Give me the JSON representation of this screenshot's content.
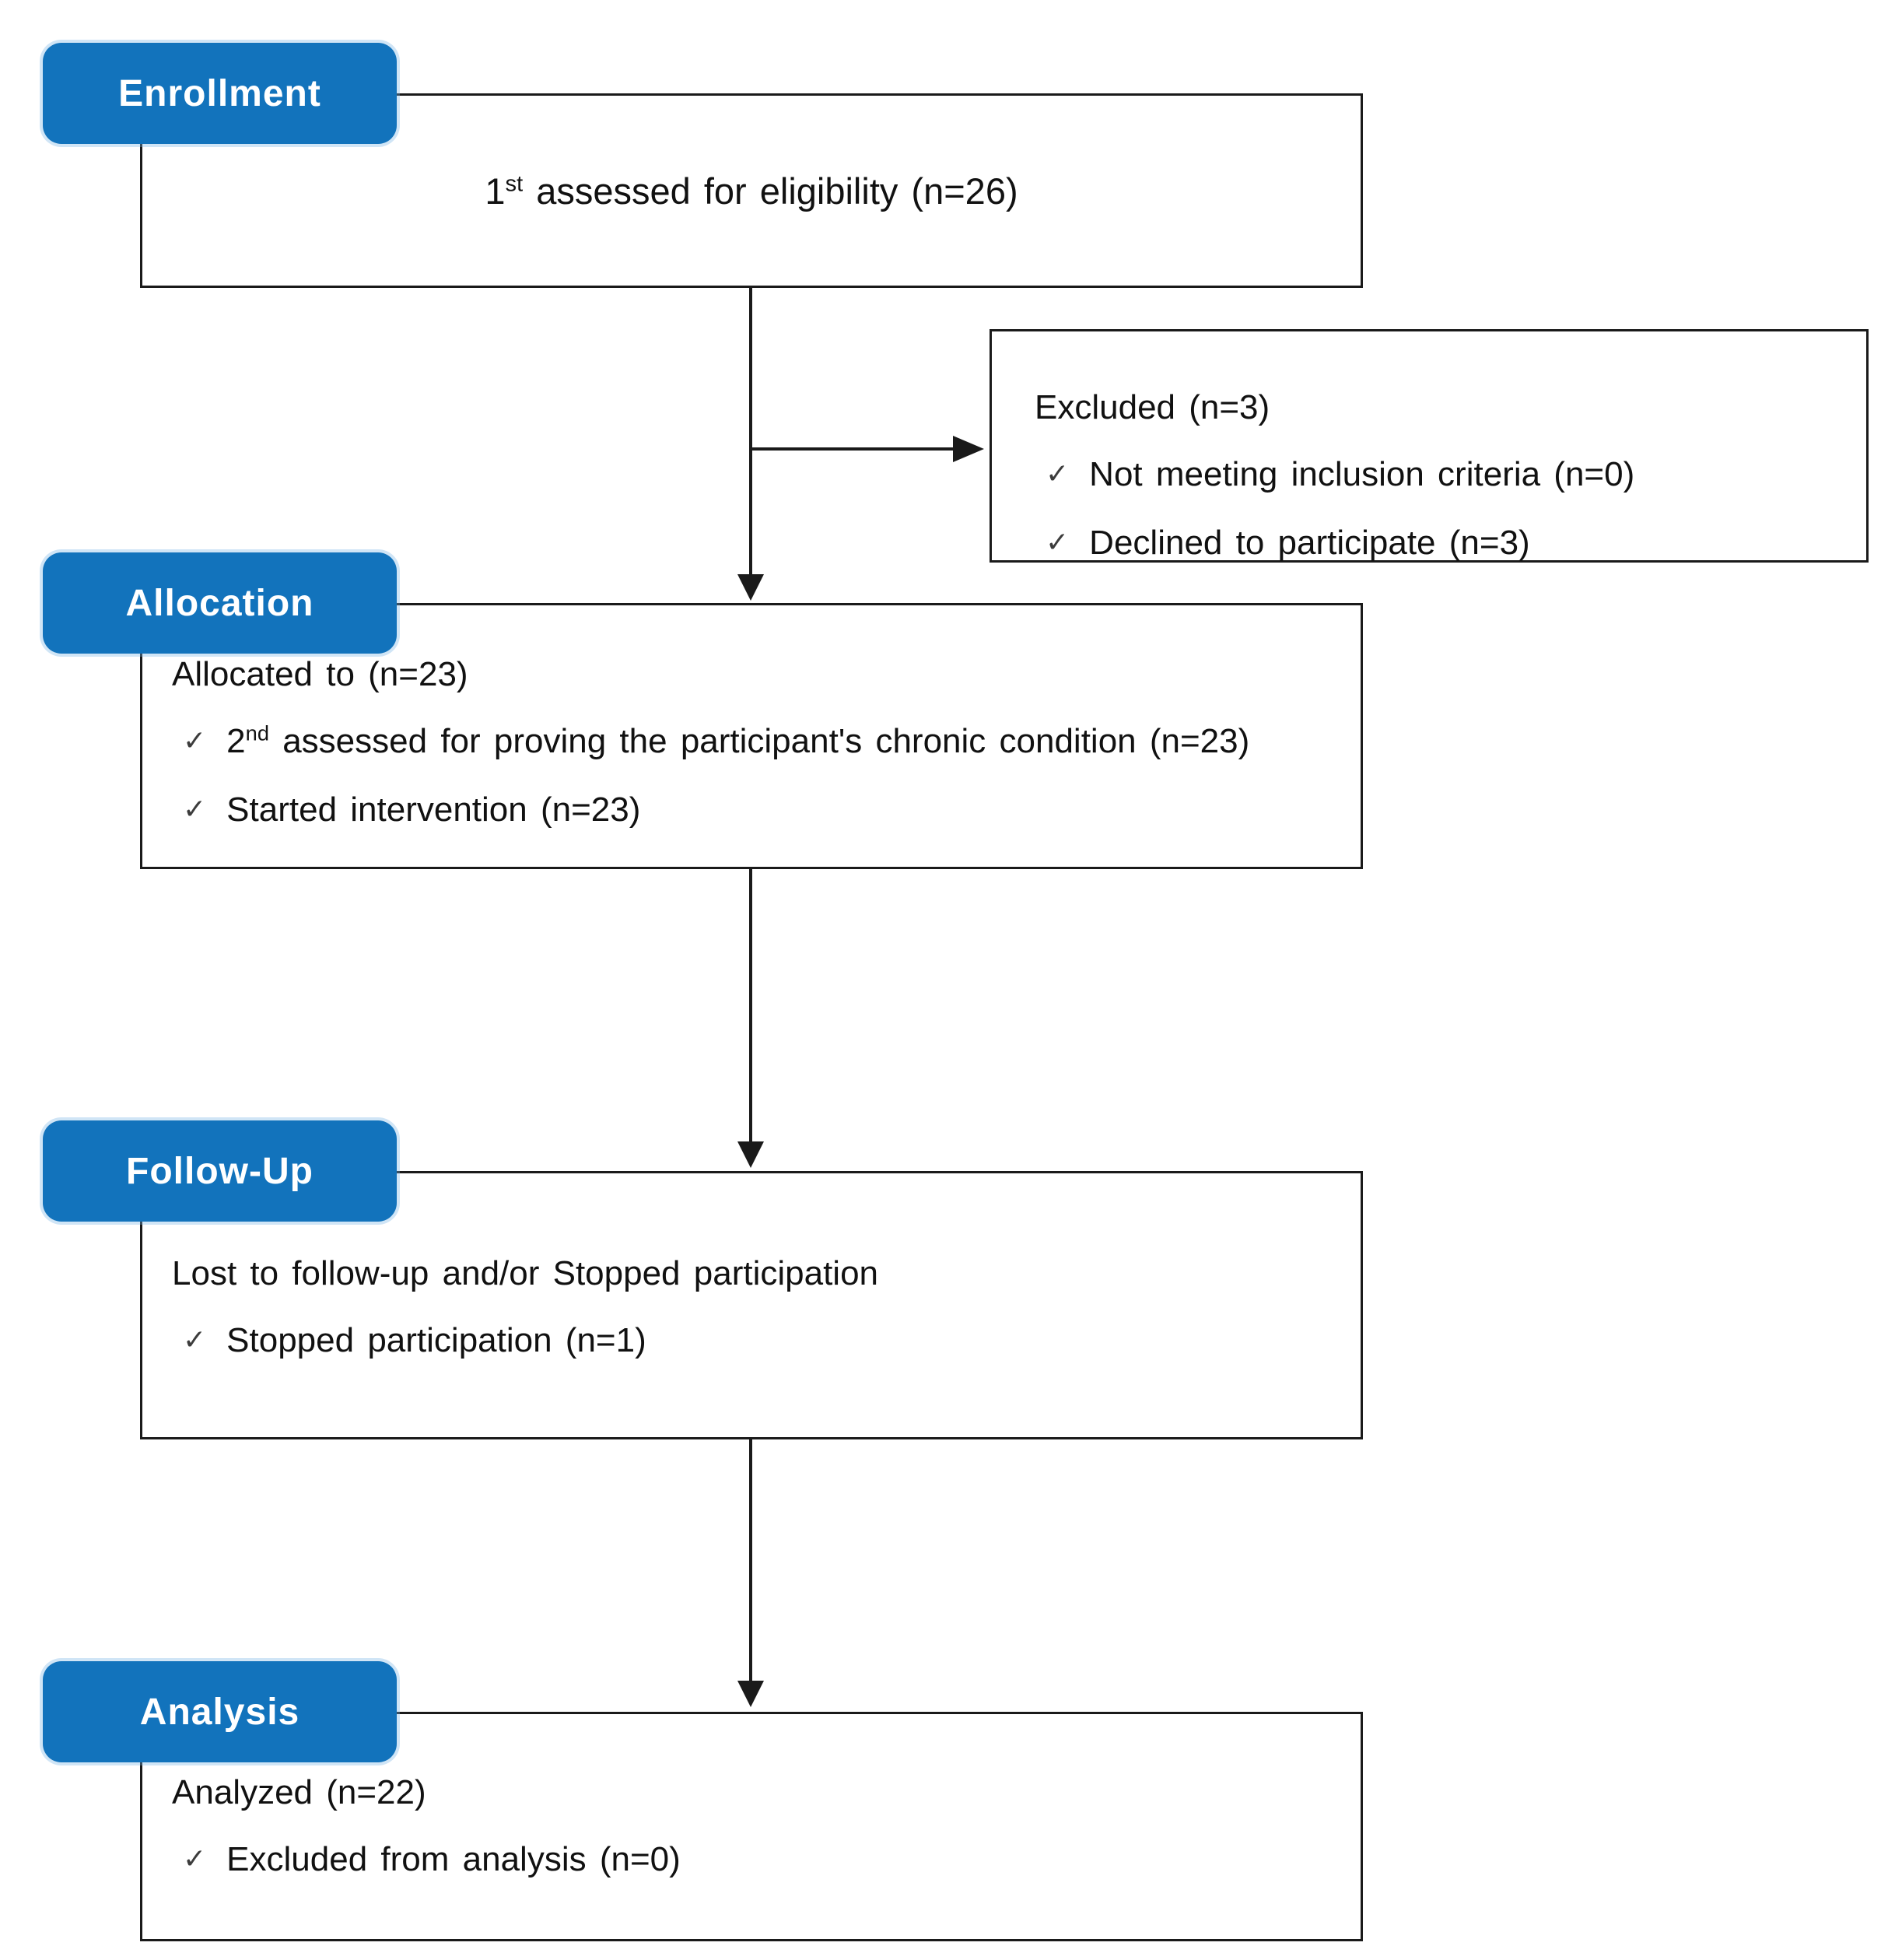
{
  "diagram": {
    "check": "✓",
    "colors": {
      "accent": "#1273BC",
      "badge_text": "#ffffff",
      "line": "#1a1a1a",
      "background": "#ffffff"
    },
    "enrollment": {
      "badge": "Enrollment",
      "assessed_pre": "1",
      "assessed_sup": "st",
      "assessed_post": " assessed for eligibility (n=26)"
    },
    "excluded": {
      "title": "Excluded (n=3)",
      "bullet1": "Not meeting inclusion criteria (n=0)",
      "bullet2": "Declined to participate (n=3)"
    },
    "allocation": {
      "badge": "Allocation",
      "title": "Allocated to (n=23)",
      "bullet1_pre": "2",
      "bullet1_sup": "nd",
      "bullet1_post": " assessed for proving the participant's chronic condition (n=23)",
      "bullet2": "Started intervention (n=23)"
    },
    "followup": {
      "badge": "Follow-Up",
      "title": "Lost to follow-up and/or Stopped participation",
      "bullet1": "Stopped participation (n=1)"
    },
    "analysis": {
      "badge": "Analysis",
      "title": "Analyzed (n=22)",
      "bullet1": "Excluded from analysis (n=0)"
    }
  }
}
